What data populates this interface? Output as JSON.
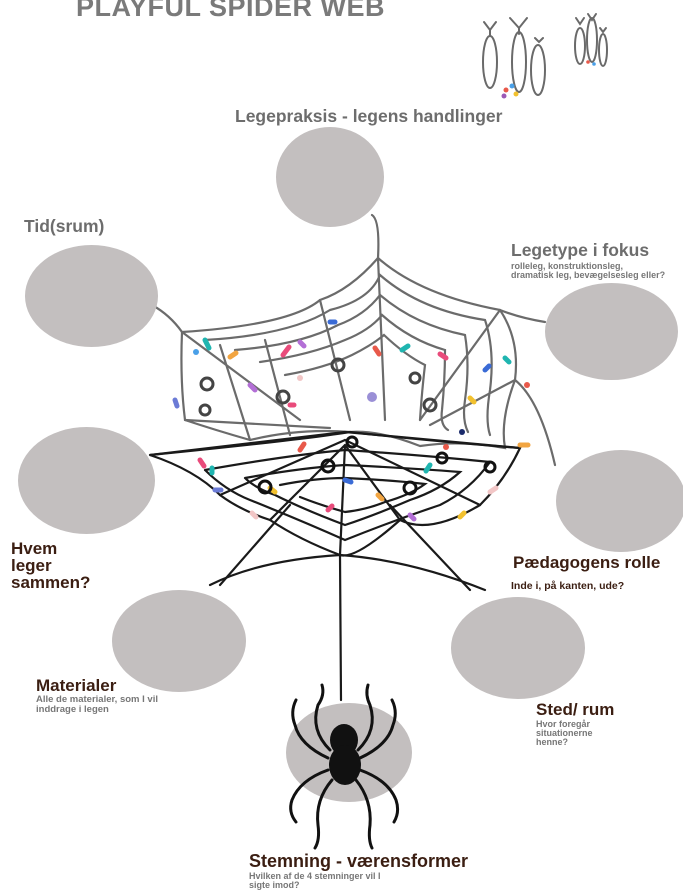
{
  "title": "PLAYFUL SPIDER WEB",
  "nodes": {
    "legepraksis": {
      "label": "Legepraksis - legens handlinger"
    },
    "tid": {
      "label": "Tid(srum)"
    },
    "legetype": {
      "label": "Legetype i fokus",
      "sub": "rolleleg, konstruktionsleg, dramatisk leg, bevægelsesleg eller?"
    },
    "hvem": {
      "label": "Hvem leger sammen?"
    },
    "paedagog": {
      "label": "Pædagogens rolle",
      "sub": "Inde i, på kanten, ude?"
    },
    "materialer": {
      "label": "Materialer",
      "sub": "Alle de materialer, som I vil inddrage i legen"
    },
    "sted": {
      "label": "Sted/ rum",
      "sub": "Hvor foregår situationerne henne?"
    },
    "stemning": {
      "label": "Stemning - værensformer",
      "sub": "Hvilken af de 4 stemninger vil I sigte imod?"
    }
  },
  "colors": {
    "circle": "#c3bfbf",
    "gray_text": "#6d6d6d",
    "brown_text": "#3b1e12",
    "web_top": "#6b6b6b",
    "web_bottom": "#1a1a1a"
  }
}
